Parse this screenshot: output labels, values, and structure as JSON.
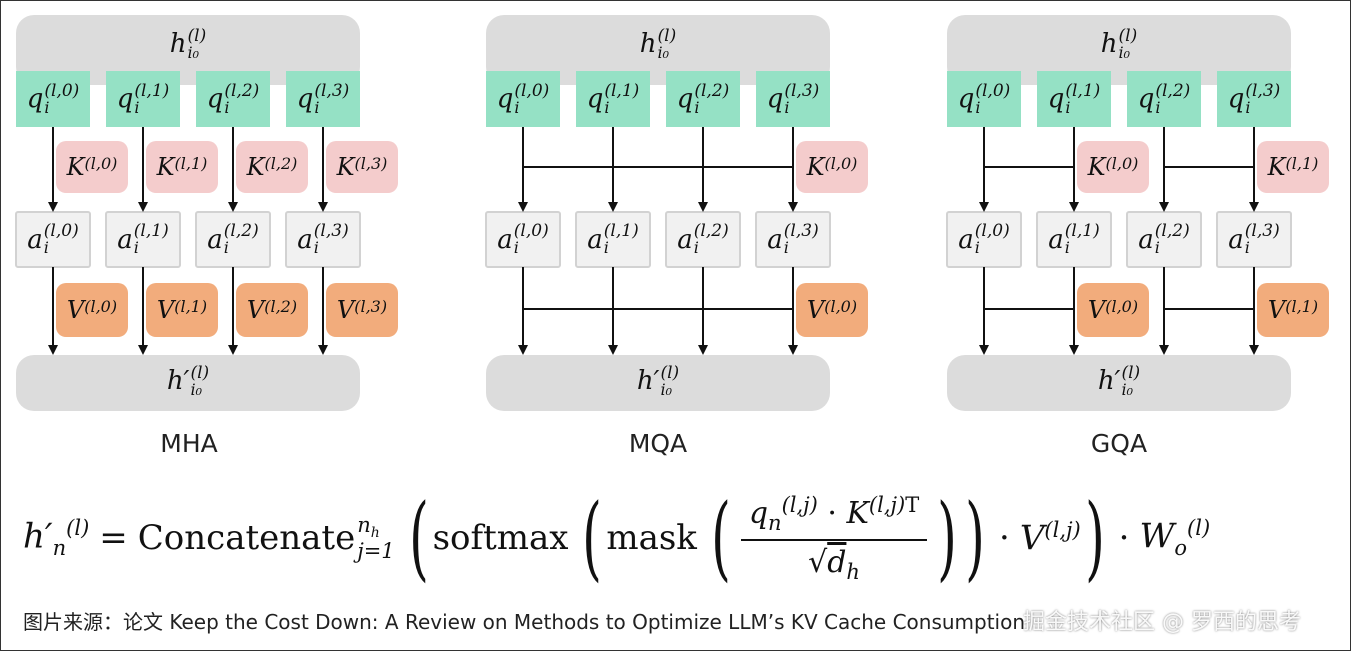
{
  "colors": {
    "head_box": "#dcdcdc",
    "query_box": "#95e1c5",
    "key_box": "#f4cccc",
    "attn_box": "#f1f1f1",
    "attn_border": "#d2d2d2",
    "value_box": "#f2ac7c",
    "arrow": "#111111"
  },
  "panels": [
    {
      "caption": "MHA",
      "head_in": "h",
      "head_in_sub": "i₀",
      "head_in_sup": "(l)",
      "head_out": "h′",
      "head_out_sub": "i₀",
      "head_out_sup": "(l)",
      "queries": [
        "(l,0)",
        "(l,1)",
        "(l,2)",
        "(l,3)"
      ],
      "attn": [
        "(l,0)",
        "(l,1)",
        "(l,2)",
        "(l,3)"
      ],
      "keys": [
        "(l,0)",
        "(l,1)",
        "(l,2)",
        "(l,3)"
      ],
      "values": [
        "(l,0)",
        "(l,1)",
        "(l,2)",
        "(l,3)"
      ]
    },
    {
      "caption": "MQA",
      "head_in": "h",
      "head_in_sub": "i₀",
      "head_in_sup": "(l)",
      "head_out": "h′",
      "head_out_sub": "i₀",
      "head_out_sup": "(l)",
      "queries": [
        "(l,0)",
        "(l,1)",
        "(l,2)",
        "(l,3)"
      ],
      "attn": [
        "(l,0)",
        "(l,1)",
        "(l,2)",
        "(l,3)"
      ],
      "keys": [
        "(l,0)"
      ],
      "values": [
        "(l,0)"
      ]
    },
    {
      "caption": "GQA",
      "head_in": "h",
      "head_in_sub": "i₀",
      "head_in_sup": "(l)",
      "head_out": "h′",
      "head_out_sub": "i₀",
      "head_out_sup": "(l)",
      "queries": [
        "(l,0)",
        "(l,1)",
        "(l,2)",
        "(l,3)"
      ],
      "attn": [
        "(l,0)",
        "(l,1)",
        "(l,2)",
        "(l,3)"
      ],
      "keys": [
        "(l,0)",
        "(l,1)"
      ],
      "values": [
        "(l,0)",
        "(l,1)"
      ]
    }
  ],
  "symbols": {
    "query": "q",
    "query_sub": "i",
    "key": "K",
    "attn": "a",
    "attn_sub": "i",
    "value": "V"
  },
  "formula": {
    "lhs": "h′",
    "lhs_sub": "n",
    "lhs_sup": "(l)",
    "eq": "=",
    "concat": "Concatenate",
    "concat_upper": "n",
    "concat_upper_sub": "h",
    "concat_lower": "j=1",
    "softmax": "softmax",
    "mask": "mask",
    "num_q": "q",
    "num_q_sub": "n",
    "num_q_sup": "(l,j)",
    "num_dot": "·",
    "num_k": "K",
    "num_k_sup": "(l,j)",
    "num_k_sup2": "T",
    "den_sqrt": "√",
    "den_d": "d",
    "den_d_sub": "h",
    "dot1": "·",
    "v": "V",
    "v_sup": "(l,j)",
    "dot2": "·",
    "w": "W",
    "w_sub": "o",
    "w_sup": "(l)"
  },
  "source_note": "图片来源：论文 Keep the Cost Down: A Review on Methods to Optimize LLM’s KV Cache Consumption",
  "watermark": "掘金技术社区 @ 罗西的思考"
}
